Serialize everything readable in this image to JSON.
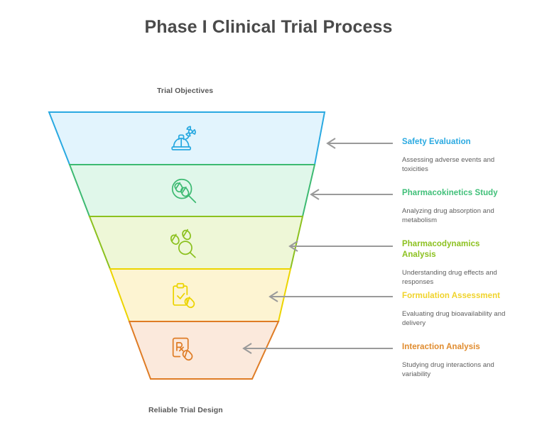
{
  "title": "Phase I Clinical Trial Process",
  "funnel": {
    "top_label": "Trial Objectives",
    "bottom_label": "Reliable Trial Design",
    "arrow_color": "#9a9a9a",
    "stages": [
      {
        "label": "Safety Evaluation",
        "description": "Assessing adverse events and toxicities",
        "icon": "hardhat-radiation-icon",
        "stroke_color": "#29a9e1",
        "fill_color": "#e2f4fd",
        "title_color": "#29a9e1"
      },
      {
        "label": "Pharmacokinetics Study",
        "description": "Analyzing drug absorption and metabolism",
        "icon": "magnifier-pills-icon",
        "stroke_color": "#3dba72",
        "fill_color": "#e0f7ea",
        "title_color": "#3fbf78"
      },
      {
        "label": "Pharmacodynamics Analysis",
        "description": "Understanding drug effects and responses",
        "icon": "pills-magnifier-icon",
        "stroke_color": "#8cc11f",
        "fill_color": "#eef7d7",
        "title_color": "#8cc11f"
      },
      {
        "label": "Formulation Assessment",
        "description": "Evaluating drug bioavailability and delivery",
        "icon": "clipboard-check-capsule-icon",
        "stroke_color": "#ecd400",
        "fill_color": "#fdf4d2",
        "title_color": "#f0d32a"
      },
      {
        "label": "Interaction Analysis",
        "description": "Studying drug interactions and variability",
        "icon": "prescription-capsule-icon",
        "stroke_color": "#df7c25",
        "fill_color": "#fbe9dc",
        "title_color": "#e08b2d"
      }
    ]
  }
}
